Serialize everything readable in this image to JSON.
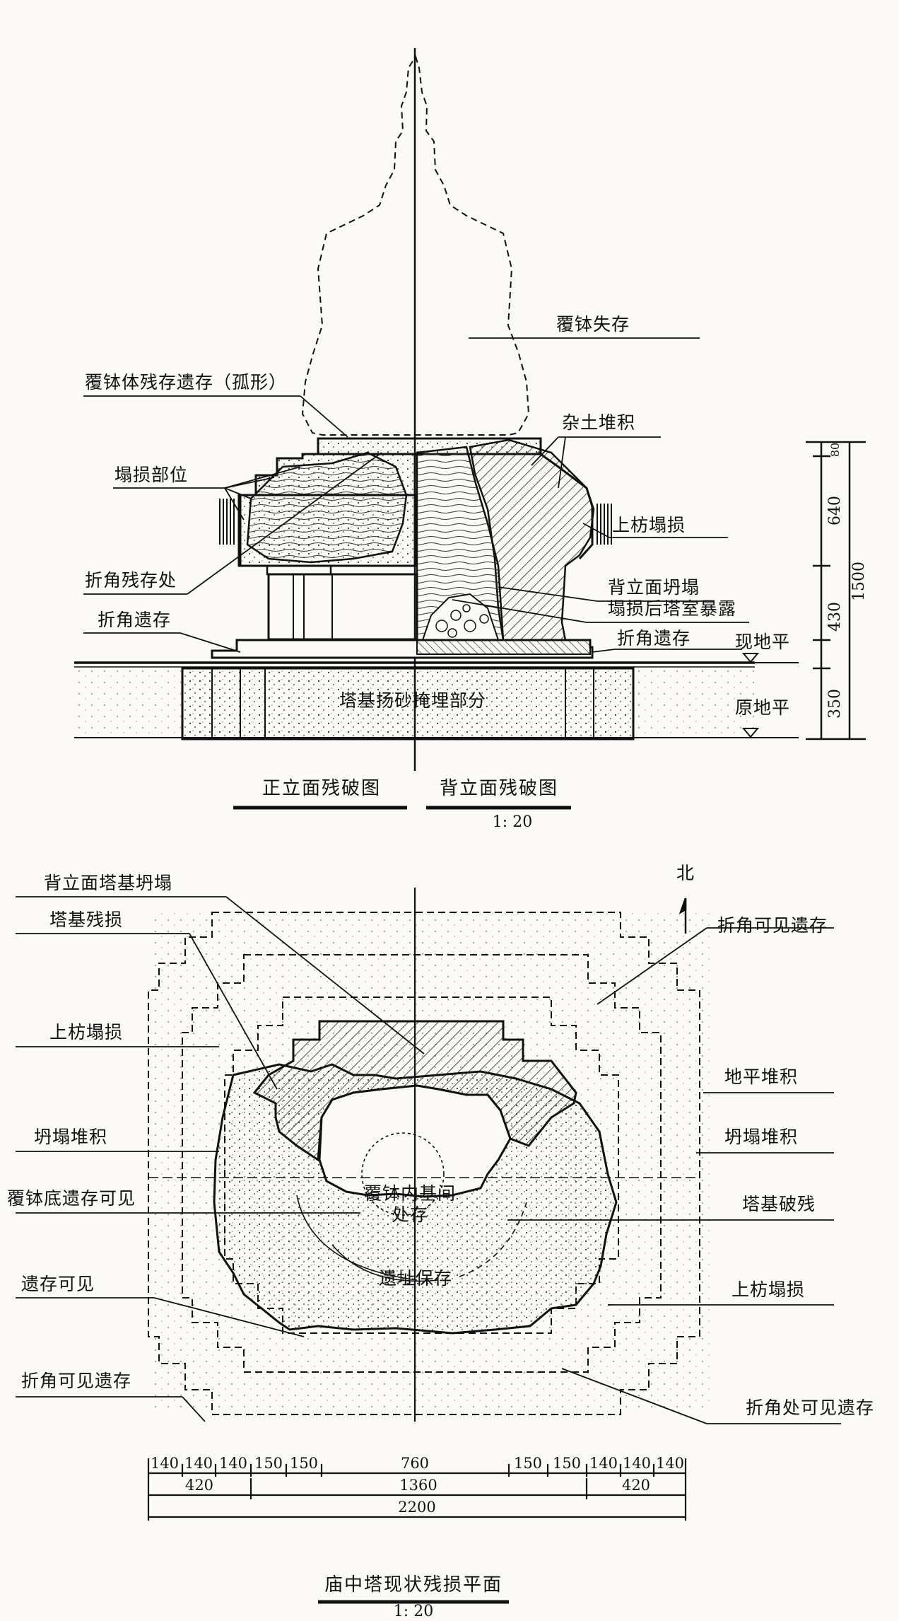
{
  "elevation": {
    "labels": {
      "fubo_lost": "覆钵失存",
      "fubo_remnant": "覆钵体残存遗存（孤形）",
      "debris_fill": "杂土堆积",
      "collapse_parts": "塌损部位",
      "upper_beam_collapse": "上枋塌损",
      "corner_remnant_place": "折角残存处",
      "back_collapse": "背立面坍塌",
      "chamber_exposed": "塌损后塔室暴露",
      "corner_left": "折角遗存",
      "corner_right": "折角遗存",
      "current_ground": "现地平",
      "original_ground": "原地平",
      "buried_part": "塔基扬砂掩埋部分"
    },
    "dims": {
      "d1": "80",
      "d2": "640",
      "d3": "430",
      "d4": "350",
      "total": "1500"
    },
    "title_front": "正立面残破图",
    "title_back": "背立面残破图",
    "scale": "1: 20"
  },
  "plan": {
    "labels": {
      "north": "北",
      "back_base_collapse": "背立面塔基坍塌",
      "base_damage": "塔基残损",
      "corner_visible_tr": "折角可见遗存",
      "upper_beam_l": "上枋塌损",
      "ground_deposit": "地平堆积",
      "collapse_deposit_l": "坍塌堆积",
      "collapse_deposit_r": "坍塌堆积",
      "fubo_bottom": "覆钵底遗存可见",
      "base_broken": "塔基破残",
      "inner_space_1": "覆钵内基间",
      "inner_space_2": "处存",
      "site_kept": "遗址保存",
      "remnant_visible": "遗存可见",
      "upper_beam_r": "上枋塌损",
      "corner_visible_bl": "折角可见遗存",
      "corner_place_br": "折角处可见遗存"
    },
    "dims_row1": [
      "140",
      "140",
      "140",
      "150",
      "150",
      "760",
      "150",
      "150",
      "140",
      "140",
      "140"
    ],
    "dims_row2": [
      "420",
      "1360",
      "420"
    ],
    "dims_row3": [
      "2200"
    ],
    "title": "庙中塔现状残损平面",
    "scale": "1: 20"
  }
}
